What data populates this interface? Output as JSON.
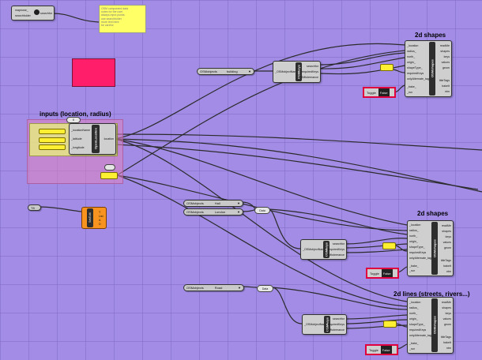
{
  "colors": {
    "canvas": "#a28ce6",
    "accent_pink": "#ff1e6a",
    "toggle_border": "#e0003e",
    "yellow": "#ffef33",
    "orange": "#f7931e"
  },
  "top_left": {
    "port1": "mapnose_",
    "port2": "searchfolder",
    "out": "searchfor"
  },
  "note_text": "OSM component data\nnotes for the user\nalways input points\nuse searchfolder\nmore text here\nbe careful",
  "headers": {
    "shapes1": "2d shapes",
    "inputs": "inputs (location, radius)",
    "shapes2": "2d shapes",
    "lines": "2d lines (streets, rivers...)"
  },
  "location_comp": {
    "core": "OpenLocation",
    "inputs": [
      "_locationName",
      "_latitude",
      "_longitude"
    ],
    "outputs": [
      "location"
    ],
    "param_label": "6"
  },
  "dropdown_building": {
    "left": "OSMobjects",
    "value": "building"
  },
  "dropdown_hall": {
    "left": "OSMobjects",
    "value": "Hall"
  },
  "dropdown_london": {
    "left": "OSMobjects",
    "value": "London"
  },
  "dropdown_road": {
    "left": "OSMobjects",
    "value": "Road"
  },
  "merge_label": "Data",
  "merge_label2": "Data",
  "small_input": "T8",
  "osm_keys": {
    "core": "OSMkeys",
    "inputs": [
      "_OSMobjectName"
    ],
    "outputs": [
      "searchfor",
      "requiredKeys",
      "OSMtoleerance"
    ]
  },
  "osm_shapes": {
    "core": "OSMshapes",
    "inputs": [
      "_location",
      "radius_",
      "north_",
      "origin_",
      "shapeType_",
      "requiredKeys",
      "onlyAlternate_tags_",
      "",
      "_bake_",
      "_run"
    ],
    "outputs": [
      "readMe",
      "shapes",
      "keys",
      "values",
      "geom",
      "",
      "",
      "",
      "titleTags",
      "bakeIt",
      "ntm"
    ]
  },
  "toggle": {
    "label": "Toggle",
    "value": "False"
  },
  "orange_comp": {
    "core": "Set/Edit",
    "ports": [
      "T",
      "List",
      "A",
      "D"
    ]
  }
}
